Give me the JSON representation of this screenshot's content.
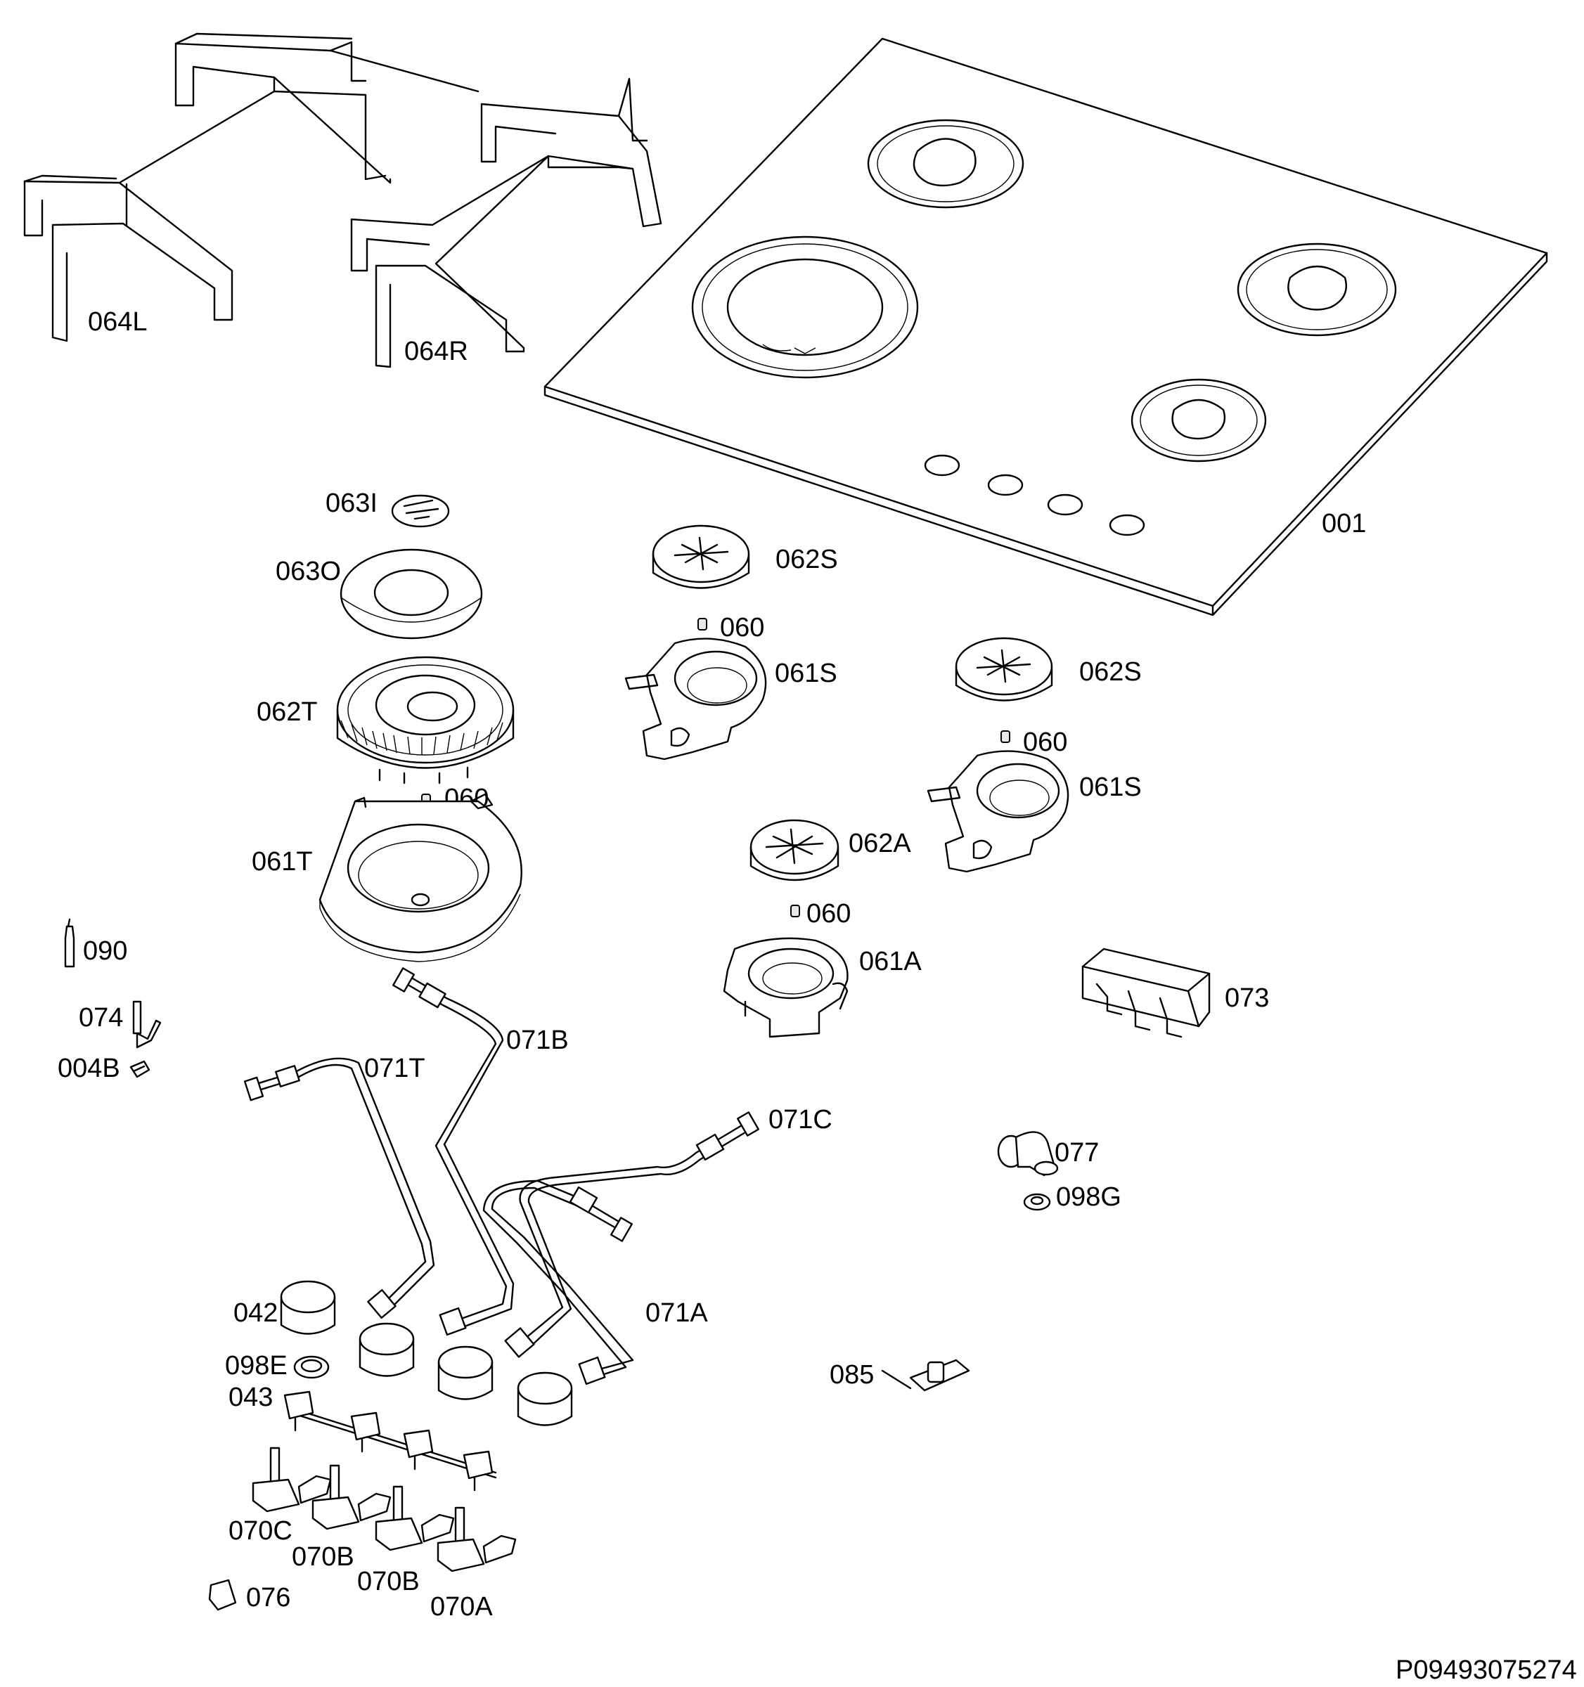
{
  "document": {
    "drawing_number": "P09493075274"
  },
  "labels": {
    "p064L": "064L",
    "p064R": "064R",
    "p001": "001",
    "p063I": "063I",
    "p063O": "063O",
    "p062T": "062T",
    "p060_t": "060",
    "p061T": "061T",
    "p062S_a": "062S",
    "p060_sa": "060",
    "p061S_a": "061S",
    "p062S_b": "062S",
    "p060_sb": "060",
    "p061S_b": "061S",
    "p062A": "062A",
    "p060_a": "060",
    "p061A": "061A",
    "p073": "073",
    "p090": "090",
    "p074": "074",
    "p004B": "004B",
    "p071T": "071T",
    "p071B": "071B",
    "p071C": "071C",
    "p071A": "071A",
    "p077": "077",
    "p098G": "098G",
    "p042": "042",
    "p098E": "098E",
    "p043": "043",
    "p085": "085",
    "p070C": "070C",
    "p070B_1": "070B",
    "p070B_2": "070B",
    "p070A": "070A",
    "p076": "076"
  }
}
